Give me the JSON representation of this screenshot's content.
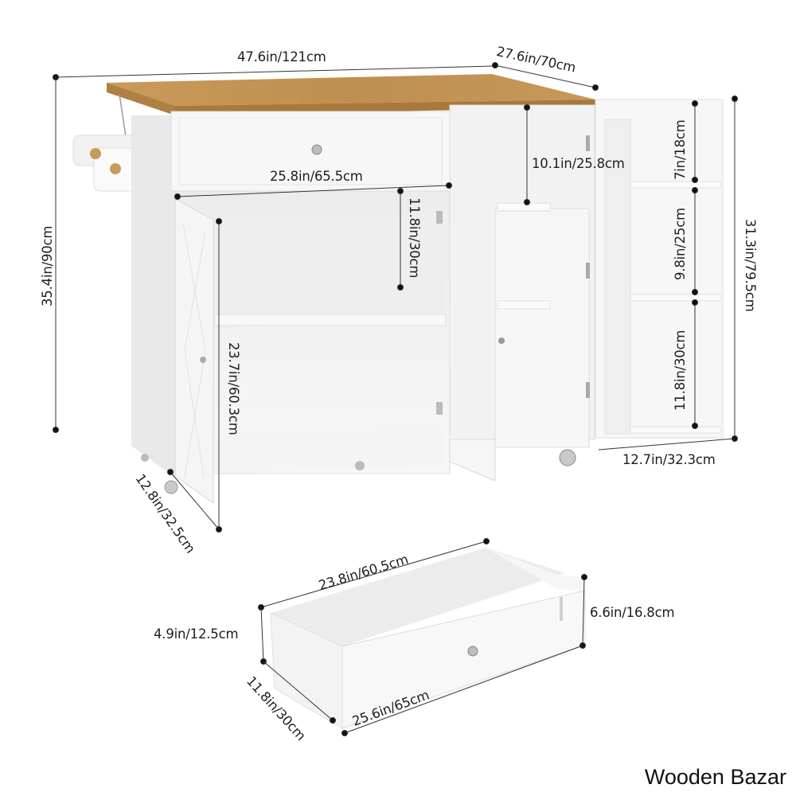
{
  "product": {
    "description": "White kitchen island cart on casters with wood-grain drop-leaf top, top drawer, two-door cabinet, side cabinet, spice rack and towel bar; detached drawer shown below",
    "colors": {
      "top_wood": "#c2914f",
      "body_white": "#f4f4f4",
      "line": "#444444"
    }
  },
  "dimensions": {
    "overall_width": "47.6in/121cm",
    "overall_depth": "27.6in/70cm",
    "overall_height": "35.4in/90cm",
    "drawer_opening_width": "25.8in/65.5cm",
    "upper_shelf_clearance": "11.8in/30cm",
    "cabinet_interior_height": "23.7in/60.3cm",
    "cabinet_depth": "12.8in/32.5cm",
    "side_cabinet_upper": "10.1in/25.8cm",
    "spice_rack_top": "7in/18cm",
    "spice_rack_middle": "9.8in/25cm",
    "spice_rack_bottom": "11.8in/30cm",
    "side_unit_height": "31.3in/79.5cm",
    "side_unit_width": "12.7in/32.3cm"
  },
  "drawer": {
    "inner_length": "23.8in/60.5cm",
    "back_height": "4.9in/12.5cm",
    "front_height": "6.6in/16.8cm",
    "depth": "11.8in/30cm",
    "front_width": "25.6in/65cm"
  },
  "watermark": "Wooden Bazar"
}
